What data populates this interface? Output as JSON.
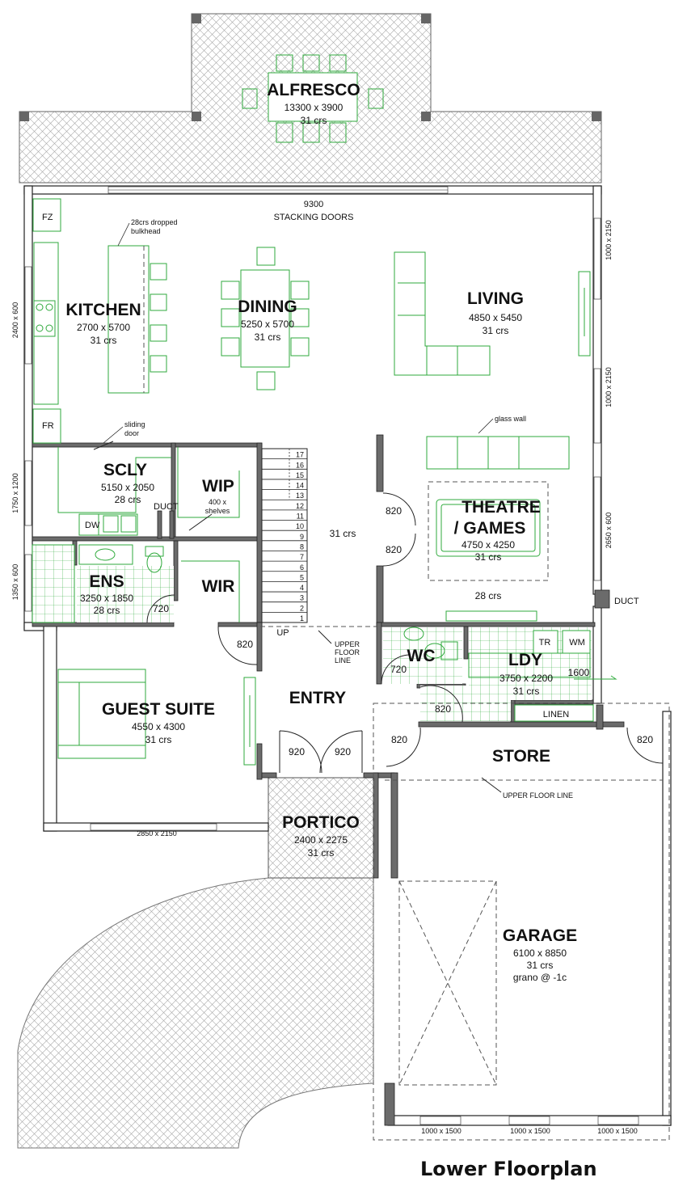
{
  "rooms": {
    "alfresco": {
      "name": "ALFRESCO",
      "dims": "13300 x 3900",
      "floor": "31 crs"
    },
    "kitchen": {
      "name": "KITCHEN",
      "dims": "2700 x 5700",
      "floor": "31 crs"
    },
    "dining": {
      "name": "DINING",
      "dims": "5250 x 5700",
      "floor": "31 crs"
    },
    "living": {
      "name": "LIVING",
      "dims": "4850 x 5450",
      "floor": "31 crs"
    },
    "scly": {
      "name": "SCLY",
      "dims": "5150 x 2050",
      "floor": "28 crs"
    },
    "wip": {
      "name": "WIP",
      "note_1": "400 x",
      "note_2": "shelves"
    },
    "theatre": {
      "name_1": "THEATRE",
      "name_2": "/ GAMES",
      "dims": "4750 x 4250",
      "floor": "31 crs"
    },
    "ens": {
      "name": "ENS",
      "dims": "3250 x 1850",
      "floor": "28 crs"
    },
    "wir": {
      "name": "WIR"
    },
    "wc": {
      "name": "WC"
    },
    "ldy": {
      "name": "LDY",
      "dims": "3750 x 2200",
      "floor": "31 crs"
    },
    "guest": {
      "name": "GUEST SUITE",
      "dims": "4550 x 4300",
      "floor": "31 crs"
    },
    "entry": {
      "name": "ENTRY"
    },
    "store": {
      "name": "STORE"
    },
    "portico": {
      "name": "PORTICO",
      "dims": "2400 x 2275",
      "floor": "31 crs"
    },
    "garage": {
      "name": "GARAGE",
      "dims": "6100 x 8850",
      "floor": "31 crs",
      "note": "grano @ -1c"
    }
  },
  "labels": {
    "stacking_width": "9300",
    "stacking_doors": "STACKING DOORS",
    "fz": "FZ",
    "fr": "FR",
    "dw": "DW",
    "bulkhead_1": "28crs dropped",
    "bulkhead_2": "bulkhead",
    "sliding_1": "sliding",
    "sliding_2": "door",
    "duct": "DUCT",
    "duct_right": "DUCT",
    "glass_wall": "glass wall",
    "hall_floor": "31 crs",
    "theatre_lower_floor": "28 crs",
    "up": "UP",
    "upper_floor_1": "UPPER",
    "upper_floor_2": "FLOOR",
    "upper_floor_3": "LINE",
    "upper_floor_line": "UPPER FLOOR LINE",
    "tr": "TR",
    "wm": "WM",
    "linen": "LINEN",
    "sub_title": "Lower Floorplan"
  },
  "doors": {
    "theatre_a": "820",
    "theatre_b": "820",
    "ens": "720",
    "wir": "820",
    "wc": "720",
    "ldy_out": "1600",
    "ldy": "820",
    "store_left": "820",
    "store_right": "820",
    "entry_left": "920",
    "entry_right": "920"
  },
  "windows": {
    "left_kitchen": "2400 x 600",
    "left_scly": "1750 x 1200",
    "left_ens": "1350 x 600",
    "right_top": "1000 x 2150",
    "right_mid": "1000 x 2150",
    "right_theatre": "2650 x 600",
    "guest_bottom": "2850 x 2150",
    "garage_1": "1000 x 1500",
    "garage_2": "1000 x 1500",
    "garage_3": "1000 x 1500"
  },
  "stairs": [
    "1",
    "2",
    "3",
    "4",
    "5",
    "6",
    "7",
    "8",
    "9",
    "10",
    "11",
    "12",
    "13",
    "14",
    "15",
    "16",
    "17"
  ],
  "colors": {
    "fixtures": "#2faa3c",
    "walls": "#222222",
    "paving": "#8a8a8a"
  }
}
